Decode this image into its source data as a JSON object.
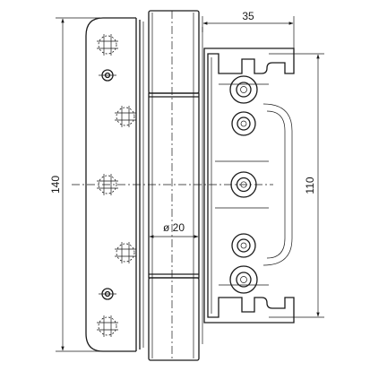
{
  "dimensions": {
    "overall_height": "140",
    "screw_spacing": "110",
    "depth": "35",
    "diameter": "ø 20"
  },
  "colors": {
    "ink": "#1a1a1a",
    "background": "#ffffff"
  }
}
